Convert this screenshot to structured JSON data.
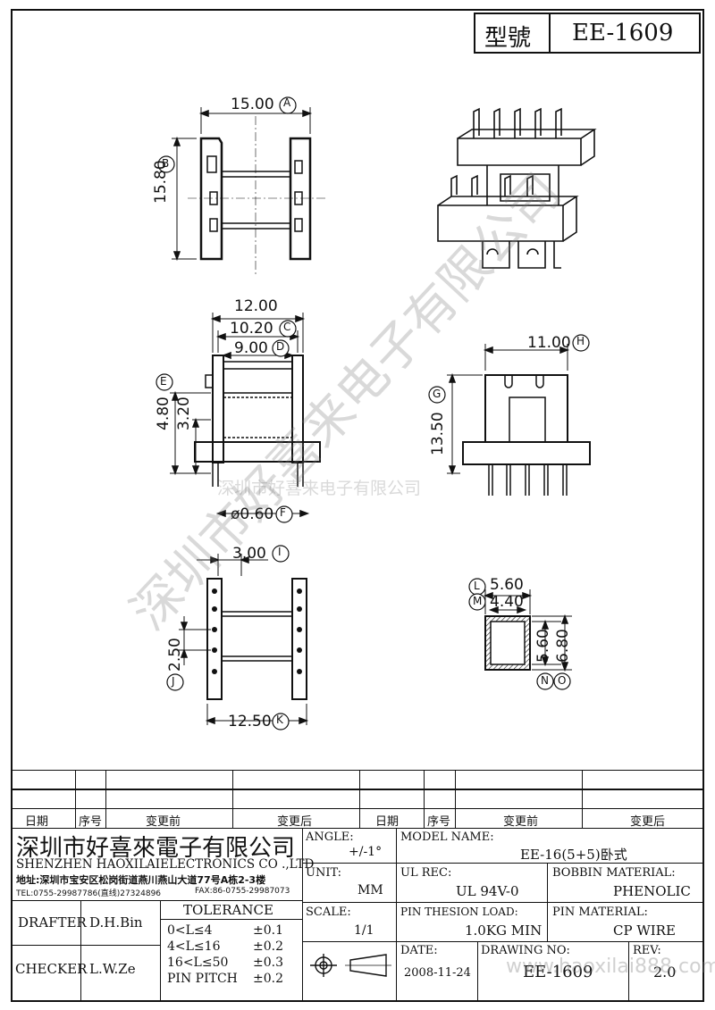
{
  "header": {
    "model_label": "型號",
    "model_value": "EE-1609"
  },
  "dimensions": {
    "A": "15.00",
    "A_id": "A",
    "B": "15.80",
    "B_id": "B",
    "total_width": "12.00",
    "C": "10.20",
    "C_id": "C",
    "D": "9.00",
    "D_id": "D",
    "E": "4.80",
    "E_id": "E",
    "E_inner": "3.20",
    "F": "ø0.60",
    "F_id": "F",
    "H": "11.00",
    "H_id": "H",
    "G": "13.50",
    "G_id": "G",
    "I": "3.00",
    "I_id": "I",
    "J": "2.50",
    "J_id": "J",
    "K": "12.50",
    "K_id": "K",
    "L": "5.60",
    "L_id": "L",
    "M": "4.40",
    "M_id": "M",
    "N": "5.60",
    "N_id": "N",
    "O": "6.80",
    "O_id": "O"
  },
  "watermark": {
    "company": "深圳市好喜来电子有限公司",
    "diagonal": "深圳市好喜来电子有限公司"
  },
  "revision_table": {
    "headers": [
      "日期",
      "序号",
      "变更前",
      "变更后",
      "日期",
      "序号",
      "变更前",
      "变更后"
    ]
  },
  "company": {
    "name_cn": "深圳市好喜來電子有限公司",
    "name_en": "SHENZHEN HAOXILAIELECTRONICS CO .,LTD",
    "address": "地址:深圳市宝安区松岗街道燕川燕山大道77号A栋2-3楼",
    "tel": "TEL:0755-29987786(直线)27324896",
    "fax": "FAX:86-0755-29987073"
  },
  "title_block": {
    "angle_label": "ANGLE:",
    "angle_value": "+/-1°",
    "model_name_label": "MODEL NAME:",
    "model_name_value": "EE-16(5+5)卧式",
    "unit_label": "UNIT:",
    "unit_value": "MM",
    "ul_rec_label": "UL REC:",
    "ul_rec_value": "UL 94V-0",
    "bobbin_label": "BOBBIN MATERIAL:",
    "bobbin_value": "PHENOLIC",
    "scale_label": "SCALE:",
    "scale_value": "1/1",
    "pin_load_label": "PIN THESION LOAD:",
    "pin_load_value": "1.0KG MIN",
    "pin_material_label": "PIN MATERIAL:",
    "pin_material_value": "CP  WIRE",
    "date_label": "DATE:",
    "date_value": "2008-11-24",
    "drawing_no_label": "DRAWING NO:",
    "drawing_no_value": "EE-1609",
    "rev_label": "REV:",
    "rev_value": "2.0",
    "drafter_label": "DRAFTER",
    "drafter_value": "D.H.Bin",
    "checker_label": "CHECKER",
    "checker_value": "L.W.Ze",
    "tolerance_label": "TOLERANCE",
    "tol1_range": "0<L≤4",
    "tol1_value": "±0.1",
    "tol2_range": "4<L≤16",
    "tol2_value": "±0.2",
    "tol3_range": "16<L≤50",
    "tol3_value": "±0.3",
    "tol4_range": "PIN PITCH",
    "tol4_value": "±0.2"
  },
  "footer_watermark": "www.haoxilai888.com"
}
